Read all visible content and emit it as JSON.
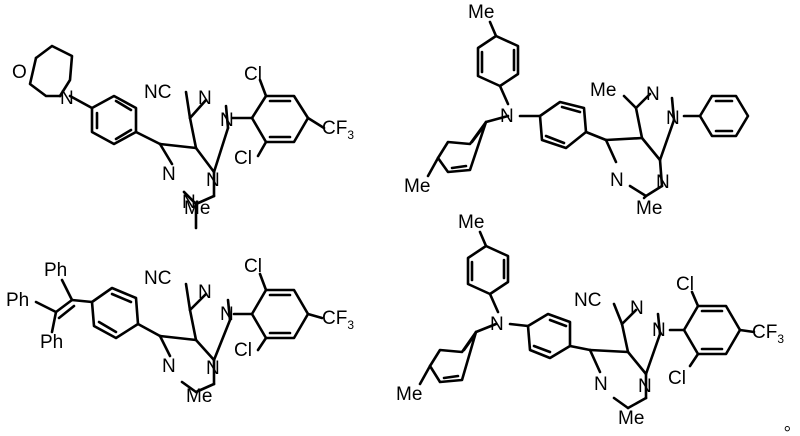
{
  "labels": {
    "O": "O",
    "N": "N",
    "NC": "NC",
    "Cl": "Cl",
    "CF": "CF",
    "three": "3",
    "Me": "Me",
    "Ph": "Ph"
  },
  "trailing_mark": "。"
}
